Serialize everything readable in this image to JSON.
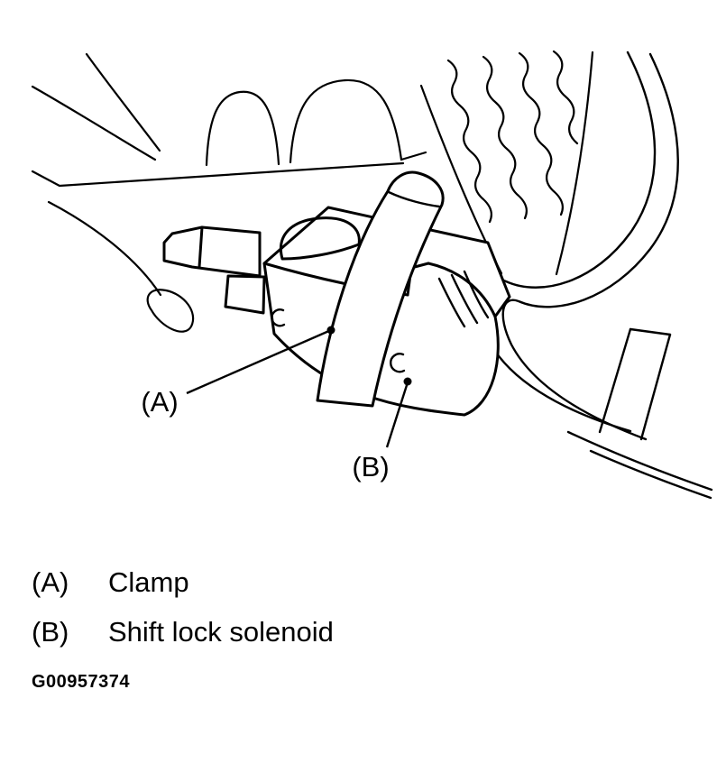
{
  "figure": {
    "callout_a": {
      "label": "(A)",
      "points_to": "clamp"
    },
    "callout_b": {
      "label": "(B)",
      "points_to": "shift-lock-solenoid"
    }
  },
  "legend": {
    "items": [
      {
        "key": "(A)",
        "name": "Clamp"
      },
      {
        "key": "(B)",
        "name": "Shift lock solenoid"
      }
    ]
  },
  "figure_code": "G00957374",
  "colors": {
    "line": "#000000",
    "background": "#ffffff"
  }
}
